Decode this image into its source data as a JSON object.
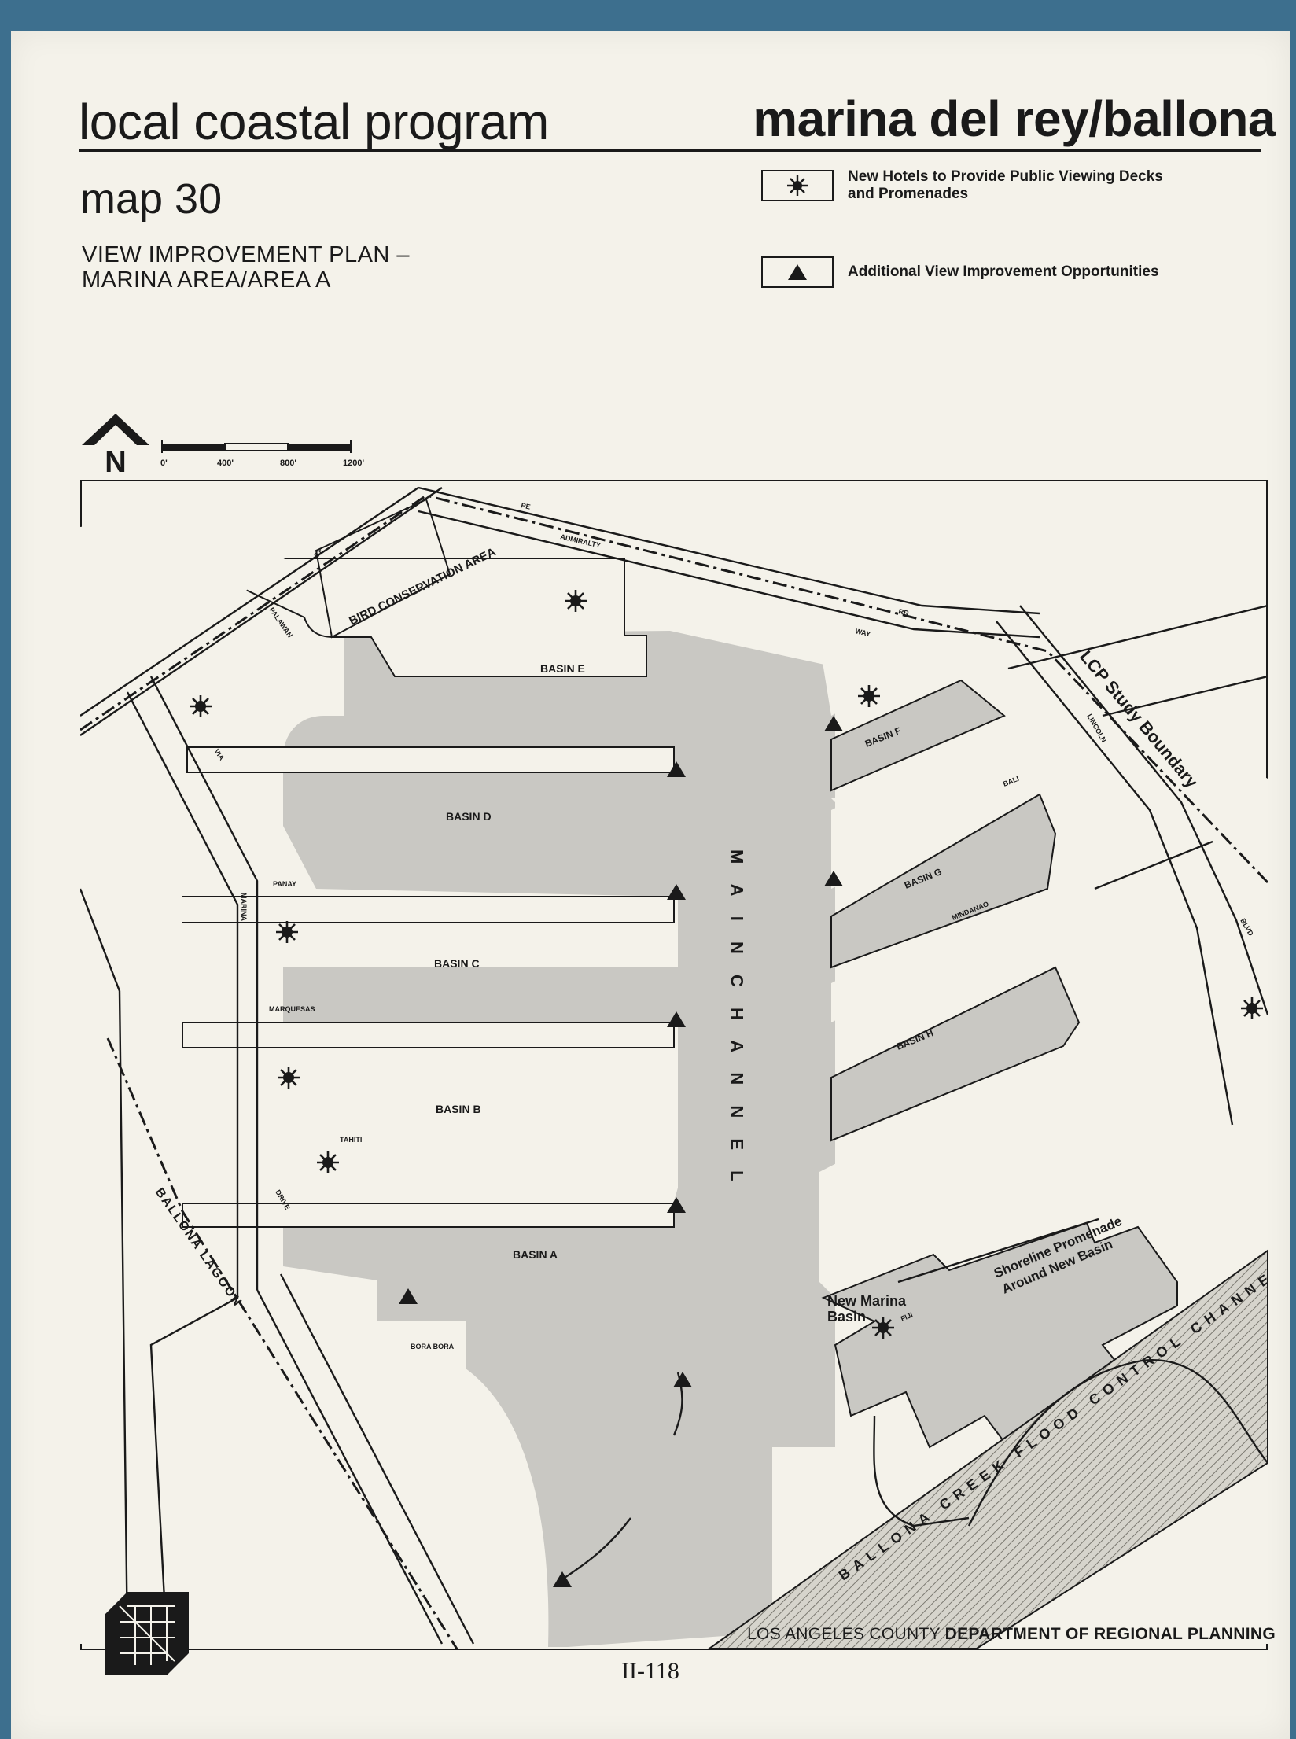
{
  "header": {
    "left_title": "local coastal program",
    "right_title": "marina del rey/ballona"
  },
  "map_number": "map 30",
  "subtitle": {
    "line1": "VIEW IMPROVEMENT PLAN –",
    "line2": "MARINA AREA/AREA A"
  },
  "legend": [
    {
      "symbol": "sunburst-icon",
      "label_line1": "New Hotels to Provide Public Viewing Decks",
      "label_line2": "and Promenades"
    },
    {
      "symbol": "triangle-icon",
      "label_line1": "Additional View Improvement Opportunities",
      "label_line2": ""
    }
  ],
  "north_label": "N",
  "scale": {
    "ticks": [
      "0'",
      "400'",
      "800'",
      "1200'"
    ]
  },
  "map_labels": {
    "basin_a": "BASIN A",
    "basin_b": "BASIN B",
    "basin_c": "BASIN C",
    "basin_d": "BASIN D",
    "basin_e": "BASIN E",
    "basin_f": "BASIN F",
    "basin_g": "BASIN G",
    "basin_h": "BASIN H",
    "main_channel": "M A I N   C H A N N E L",
    "bird_area": "BIRD CONSERVATION AREA",
    "ballona_lagoon": "BALLONA LAGOON",
    "lcp_boundary": "LCP Study Boundary",
    "shoreline_line1": "Shoreline Promenade",
    "shoreline_line2": "Around New Basin",
    "new_marina_line1": "New Marina",
    "new_marina_line2": "Basin",
    "flood_channel": "BALLONA CREEK FLOOD CONTROL CHANNEL",
    "pe": "PE",
    "admiralty": "ADMIRALTY",
    "rr": "RR",
    "way": "WAY",
    "st": "ST",
    "palawan": "PALAWAN",
    "via": "VIA",
    "marina": "MARINA",
    "panay": "PANAY",
    "marquesas": "MARQUESAS",
    "tahiti": "TAHITI",
    "bora_bora": "BORA BORA",
    "bali": "BALI",
    "mindanao": "MINDANAO",
    "fiji": "FIJI",
    "lincoln": "LINCOLN",
    "blvd": "BLVD",
    "drive": "DRIVE"
  },
  "footer": {
    "normal": "LOS ANGELES COUNTY ",
    "bold": "DEPARTMENT OF REGIONAL PLANNING"
  },
  "page_number": "II-118"
}
